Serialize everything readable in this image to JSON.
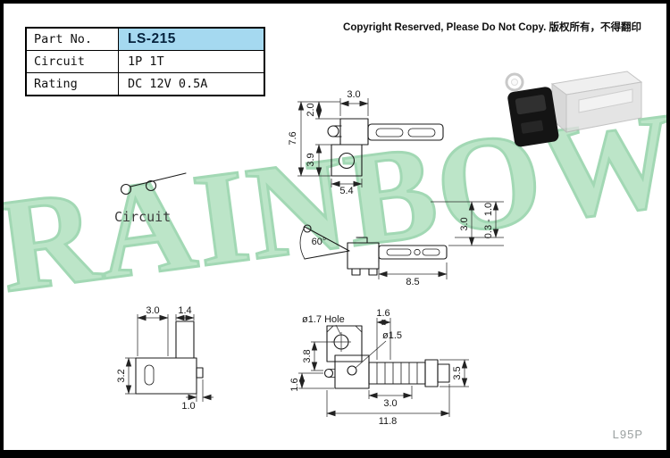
{
  "page": {
    "watermark": "RAINBOW",
    "copyright": "Copyright Reserved, Please Do Not Copy. 版权所有，不得翻印",
    "footer_code": "L95P"
  },
  "spec_table": {
    "rows": [
      {
        "label": "Part No.",
        "value": "LS-215"
      },
      {
        "label": "Circuit",
        "value": "1P 1T"
      },
      {
        "label": "Rating",
        "value": "DC 12V 0.5A"
      }
    ]
  },
  "colors": {
    "part_no_highlight": "#a5d9f0",
    "watermark_green": "#bce5c8"
  },
  "drawings": {
    "circuit": {
      "label": "Circuit"
    },
    "side_view": {
      "w_top": "3.0",
      "h_tab": "2.0",
      "h_total": "7.6",
      "h_body": "3.9",
      "w_base": "5.4"
    },
    "lever_view": {
      "angle": "60°",
      "terminal_len": "8.5",
      "height": "3.0",
      "travel": "0.3 - 1.0"
    },
    "front_view": {
      "w_body": "3.0",
      "w_actuator": "1.4",
      "h_body": "3.2",
      "w_tab": "1.0"
    },
    "mount_view": {
      "hole_label": "ø1.7 Hole",
      "gap_top": "1.6",
      "shaft_dia": "ø1.5",
      "h_center": "3.8",
      "h_tab": "1.6",
      "w_shaft": "3.0",
      "w_total": "11.8",
      "h_barrel": "3.5"
    }
  }
}
